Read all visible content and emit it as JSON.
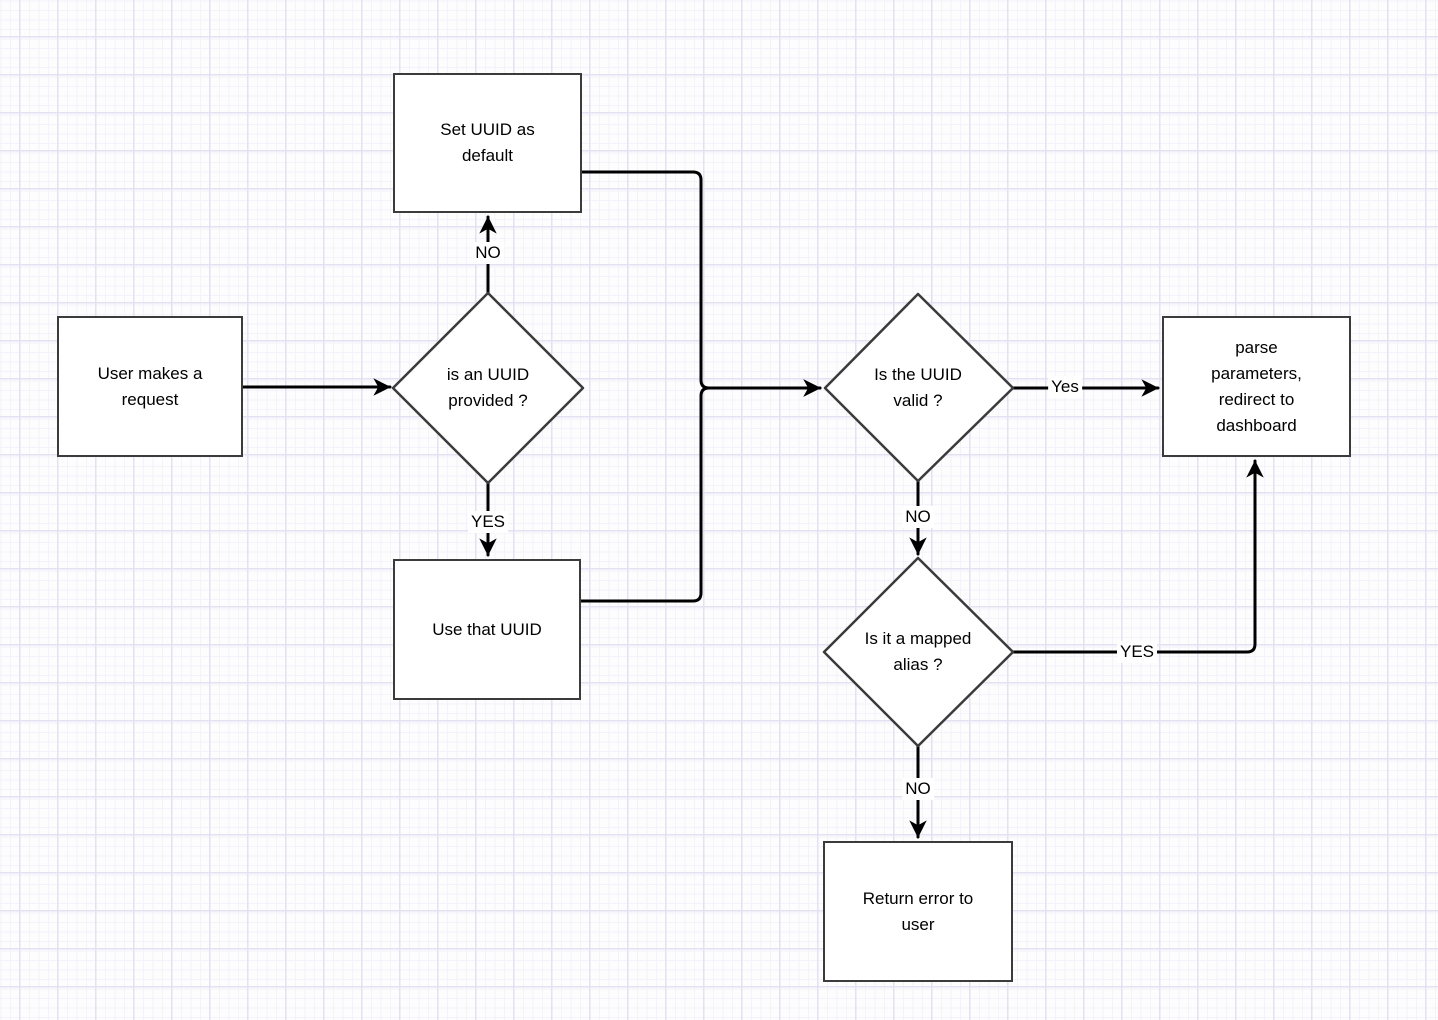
{
  "diagram": {
    "nodes": {
      "user_request": {
        "type": "process",
        "label": "User makes a\nrequest"
      },
      "uuid_provided": {
        "type": "decision",
        "label": "is an UUID\nprovided ?"
      },
      "set_uuid_default": {
        "type": "process",
        "label": "Set UUID as\ndefault"
      },
      "use_that_uuid": {
        "type": "process",
        "label": "Use that UUID"
      },
      "uuid_valid": {
        "type": "decision",
        "label": "Is the UUID\nvalid ?"
      },
      "parse_parameters": {
        "type": "process",
        "label": "parse\nparameters,\nredirect to\ndashboard"
      },
      "mapped_alias": {
        "type": "decision",
        "label": "Is it a mapped\nalias ?"
      },
      "return_error": {
        "type": "process",
        "label": "Return error to\nuser"
      }
    },
    "edge_labels": {
      "provided_no": "NO",
      "provided_yes": "YES",
      "valid_yes": "Yes",
      "valid_no": "NO",
      "alias_yes": "YES",
      "alias_no": "NO"
    }
  },
  "colors": {
    "shape_border": "#3b3b3b",
    "shape_fill": "#ffffff",
    "edge_color": "#000000",
    "text_color": "#000000",
    "grid_minor": "#f4f2fb",
    "grid_major": "#e4e1f3"
  }
}
